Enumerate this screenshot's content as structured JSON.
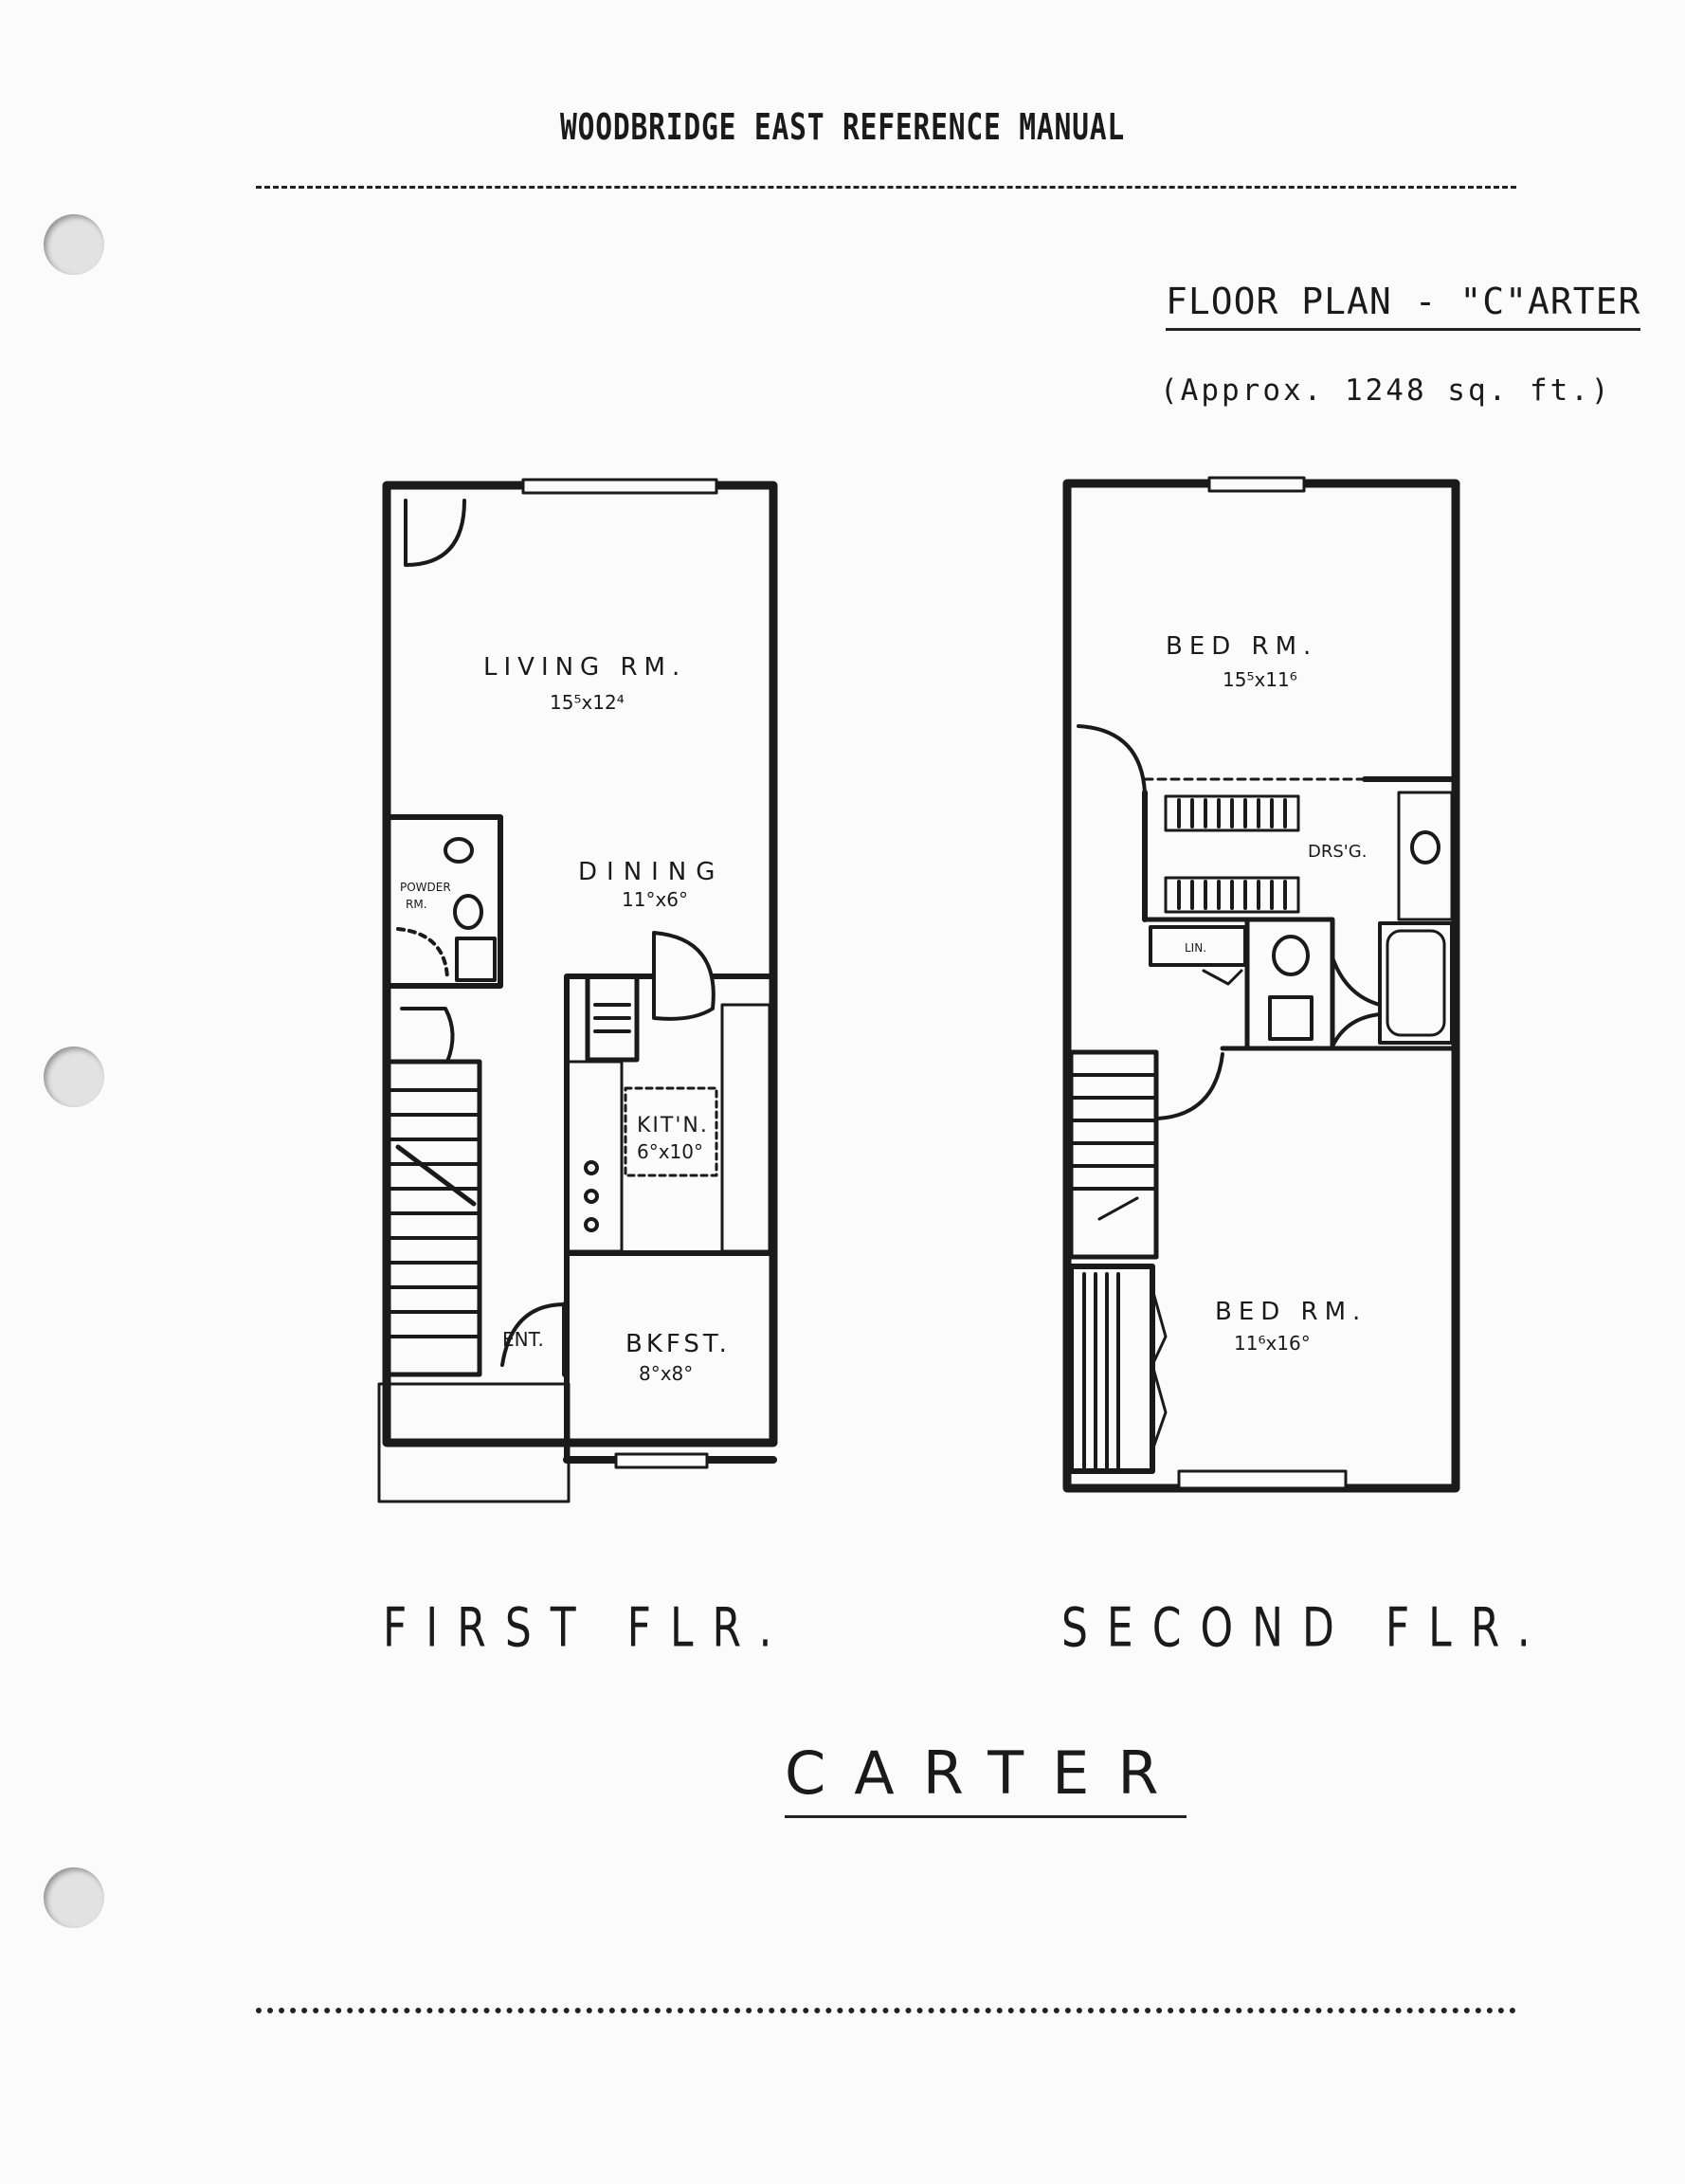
{
  "header": {
    "manual_title": "WOODBRIDGE EAST REFERENCE MANUAL",
    "plan_title": "FLOOR PLAN - \"C\"ARTER",
    "sqft": "(Approx. 1248 sq. ft.)"
  },
  "first_floor": {
    "label": "FIRST FLR.",
    "rooms": {
      "living_name": "LIVING RM.",
      "living_dim": "15⁵x12⁴",
      "dining_name": "DINING",
      "dining_dim": "11°x6°",
      "powder_name": "POWDER",
      "powder_name2": "RM.",
      "kitchen_name": "KIT'N.",
      "kitchen_dim": "6°x10°",
      "bkfst_name": "BKFST.",
      "bkfst_dim": "8°x8°",
      "ent_name": "ENT."
    }
  },
  "second_floor": {
    "label": "SECOND FLR.",
    "rooms": {
      "bed1_name": "BED RM.",
      "bed1_dim": "15⁵x11⁶",
      "drsg_name": "DRS'G.",
      "lin_name": "LIN.",
      "bed2_name": "BED RM.",
      "bed2_dim": "11⁶x16°"
    }
  },
  "footer_title": "CARTER"
}
